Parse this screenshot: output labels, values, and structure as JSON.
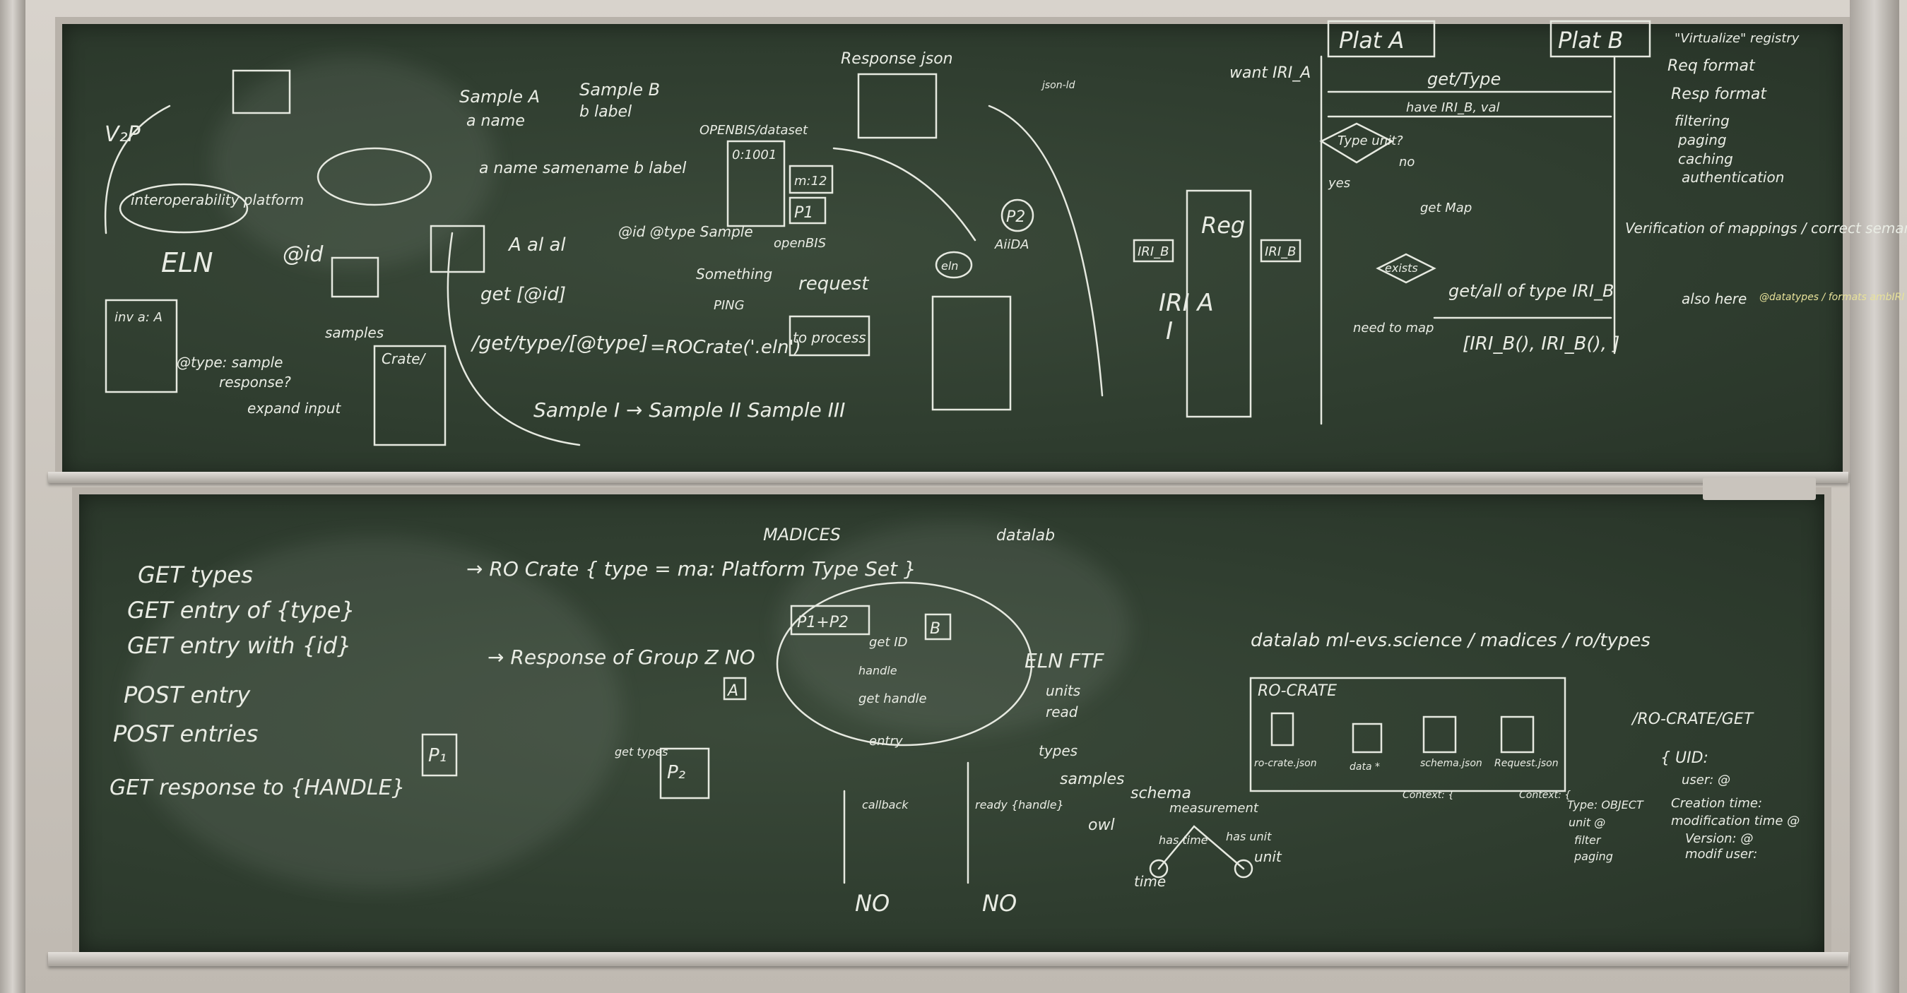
{
  "top_board": {
    "v2p": "V₂P",
    "interop": "interoperability platform",
    "eln": "ELN",
    "inv": "inv a: A",
    "at_id": "@id",
    "etype_sample": "@type: sample",
    "response": "response?",
    "expand_input": "expand input",
    "samples": "samples",
    "crate": "Crate/",
    "sample_a": "Sample A",
    "aname": "a name",
    "sample_b": "Sample B",
    "blabel": "b label",
    "aname_samename": "a name  samename    b label",
    "a_alal": "A   al al",
    "get_list": "get [@id]",
    "get_type": "/get/type/[@type]",
    "at_id_type": "@id @type Sample",
    "something": "Something",
    "ping": "PING",
    "rocrate_eln": "=ROCrate('.eln')",
    "to_process": "to process",
    "samples_chain": "Sample I → Sample II    Sample III",
    "response_json": "Response json",
    "openbis_dataset": "OPENBIS/dataset",
    "code_0001": "0:1001",
    "m12": "m:12",
    "p1": "P1",
    "openbis": "openBIS",
    "request": "request",
    "p2": "P2",
    "aiida": "AiiDA",
    "eln_small": "eln",
    "plat_a": "Plat A",
    "plat_b": "Plat B",
    "want_iri": "want IRI_A",
    "get_type_right": "get/Type",
    "haveiri": "have IRI_B,  val",
    "type_unit": "Type unit?",
    "yes": "yes",
    "no": "no",
    "get_map": "get Map",
    "reg": "Reg",
    "iri_b": "IRI_B",
    "iri_a": "IRI A",
    "i_label": "I",
    "exists": "exists",
    "get_all_types": "get/all of type IRI_B",
    "iri_list": "[IRI_B(), IRI_B(), ]",
    "need_map": "need to map",
    "vitualize": "\"Virtualize\" registry",
    "req_format": "Req format",
    "resp_format": "Resp format",
    "filtering": "filtering",
    "paging": "paging",
    "caching": "caching",
    "authentication": "authentication",
    "verification": "Verification of mappings / correct semantics",
    "also_here": "also here",
    "yellow_notes": "@datatypes / formats ambIRI schema/IRI",
    "jsonld": "json-ld"
  },
  "bottom_board": {
    "madices": "MADICES",
    "get_types": "GET   types",
    "get_entry_type": "GET   entry of {type}",
    "get_entry_id": "GET   entry with {id}",
    "post_entry": "POST   entry",
    "post_entries": "POST   entries",
    "get_response": "GET   response to {HANDLE}",
    "rocrate_type": "→ RO Crate { type = ma: Platform Type Set }",
    "response_group": "→ Response of Group Z  NO",
    "p_label": "P₁",
    "p2_label": "P₂",
    "get_types_mid": "get types",
    "plat_combo": "P1+P2",
    "b_label": "B",
    "a_label": "A",
    "get_id": "get ID",
    "handle": "handle",
    "get_handle": "get handle",
    "entry": "entry",
    "callback": "callback",
    "ready_handle": "ready {handle}",
    "no_left": "NO",
    "no_right": "NO",
    "datalab": "datalab",
    "eln_fifth": "ELN FTF",
    "units": "units",
    "read": "read",
    "types": "types",
    "samples": "samples",
    "schema": "schema",
    "owl": "owl",
    "datalab_url": "datalab ml-evs.science / madices / ro/types",
    "ro_crate": "RO-CRATE",
    "ro_crate_json": "ro-crate.json",
    "data_star": "data *",
    "schema_json": "schema.json",
    "request_json": "Request.json",
    "context": "Context: {",
    "context2": "Context: {",
    "ro_crate_get": "/RO-CRATE/GET",
    "uid": "{ UID:",
    "user": "user: @",
    "creation": "Creation time:",
    "modification": "modification time @",
    "version": "Version: @",
    "modif_user": "modif user:",
    "type_object": "Type: OBJECT",
    "unit": "unit @",
    "filter": "filter",
    "paging": "paging",
    "measurement": "measurement",
    "has_time": "has time",
    "has_unit": "has unit",
    "time": "time",
    "unit_word": "unit"
  }
}
